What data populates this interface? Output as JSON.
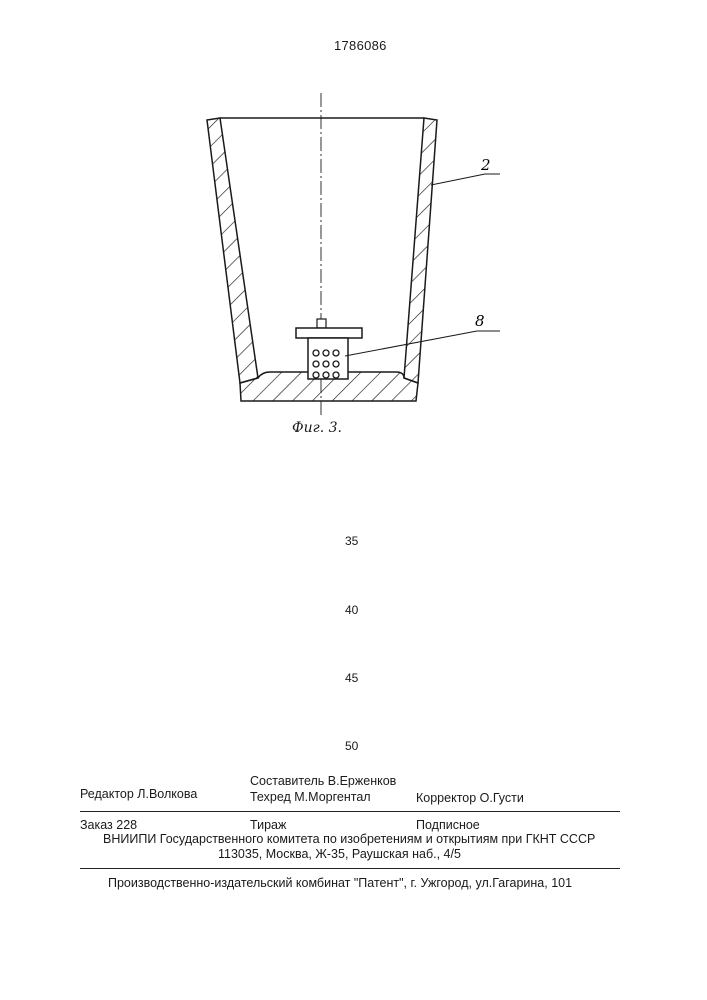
{
  "header": {
    "patent_number": "1786086"
  },
  "figure": {
    "caption": "Фиг. 3.",
    "callouts": {
      "vessel": "2",
      "insert": "8"
    }
  },
  "line_numbers": [
    "35",
    "40",
    "45",
    "50"
  ],
  "footer": {
    "editor": "Редактор  Л.Волкова",
    "compiler": "Составитель В.Ерженков",
    "tech_editor": "Техред М.Моргентал",
    "corrector": "Корректор О.Густи",
    "order": "Заказ  228",
    "circulation": "Тираж",
    "subscription": "Подписное",
    "organization": "ВНИИПИ Государственного комитета по изобретениям и открытиям при ГКНТ СССР",
    "address": "113035, Москва, Ж-35, Раушская наб., 4/5",
    "publisher": "Производственно-издательский комбинат \"Патент\", г. Ужгород, ул.Гагарина, 101"
  }
}
